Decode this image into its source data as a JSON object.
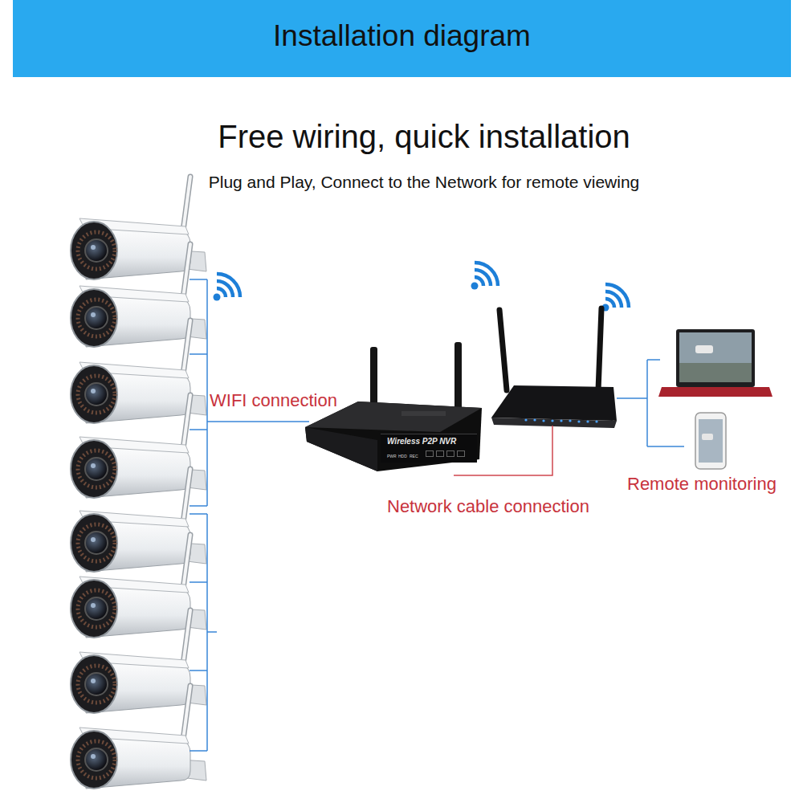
{
  "diagram": {
    "title": "Installation diagram",
    "nodes": [
      {
        "text": [
          "Wireless P2P NVR",
          "PWR",
          "HDD",
          "REC"
        ]
      }
    ],
    "labels": [
      "Free wiring, quick installation",
      "Plug and Play, Connect to the Network for remote viewing",
      "WIFI connection",
      "Network cable connection",
      "Remote monitoring"
    ]
  }
}
